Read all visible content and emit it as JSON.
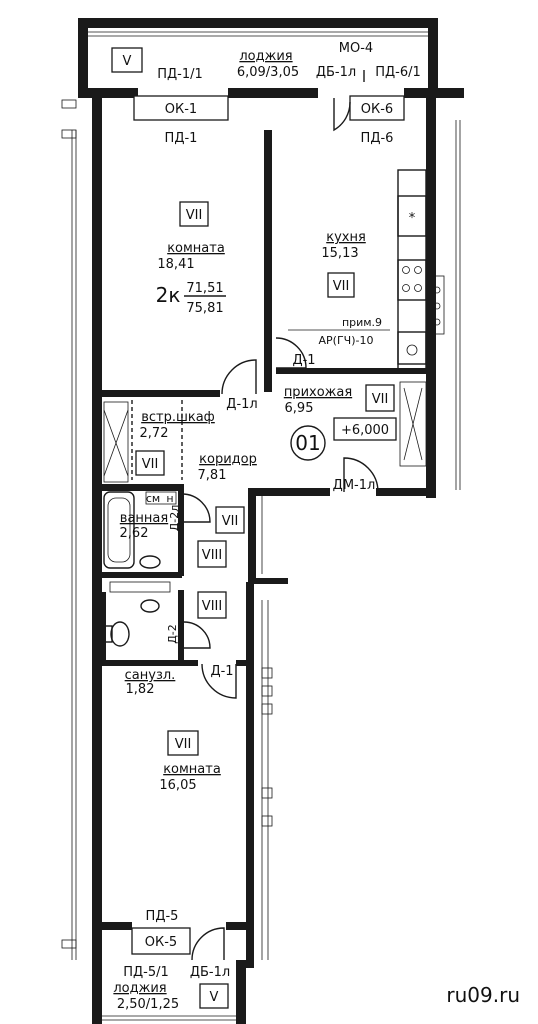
{
  "loggia_top": {
    "label": "лоджия",
    "area": "6,09/3,05",
    "zone": "V",
    "panel_left": "ПД-1/1",
    "mark_mo": "МО-4",
    "door": "ДБ-1л",
    "panel_right": "ПД-6/1"
  },
  "windows": {
    "left_ok": "ОК-1",
    "left_pd": "ПД-1",
    "right_ok": "ОК-6",
    "right_pd": "ПД-6",
    "bottom_pd": "ПД-5",
    "bottom_ok": "ОК-5"
  },
  "room1": {
    "label": "комната",
    "area": "18,41",
    "zone": "VII"
  },
  "apartment": {
    "prefix": "2к",
    "area_living": "71,51",
    "area_total": "75,81",
    "number": "01",
    "level": "+6,000"
  },
  "kitchen": {
    "label": "кухня",
    "area": "15,13",
    "zone": "VII",
    "note": "прим.9",
    "mark": "АР(ГЧ)-10",
    "stove_symbol": "*"
  },
  "hallway": {
    "label": "прихожая",
    "area": "6,95",
    "zone": "VII"
  },
  "closet": {
    "label": "встр.шкаф",
    "area": "2,72",
    "zone": "VII"
  },
  "corridor": {
    "label": "коридор",
    "area": "7,81"
  },
  "bath": {
    "label": "ванная",
    "area": "2,62",
    "zone": "VII",
    "zone2": "VIII",
    "sm": "см",
    "h": "н"
  },
  "wc": {
    "label": "санузл.",
    "area": "1,82",
    "zone": "VIII"
  },
  "room2": {
    "label": "комната",
    "area": "16,05",
    "zone": "VII"
  },
  "doors": {
    "d1": "Д-1",
    "d1l": "Д-1л",
    "d1b": "Д-1",
    "d2l": "Д-2л",
    "d2": "Д-2",
    "dm": "ДМ-1л"
  },
  "loggia_bottom": {
    "label": "лоджия",
    "area": "2,50/1,25",
    "zone": "V",
    "panel": "ПД-5/1",
    "door": "ДБ-1л"
  },
  "watermark": "ru09.ru"
}
